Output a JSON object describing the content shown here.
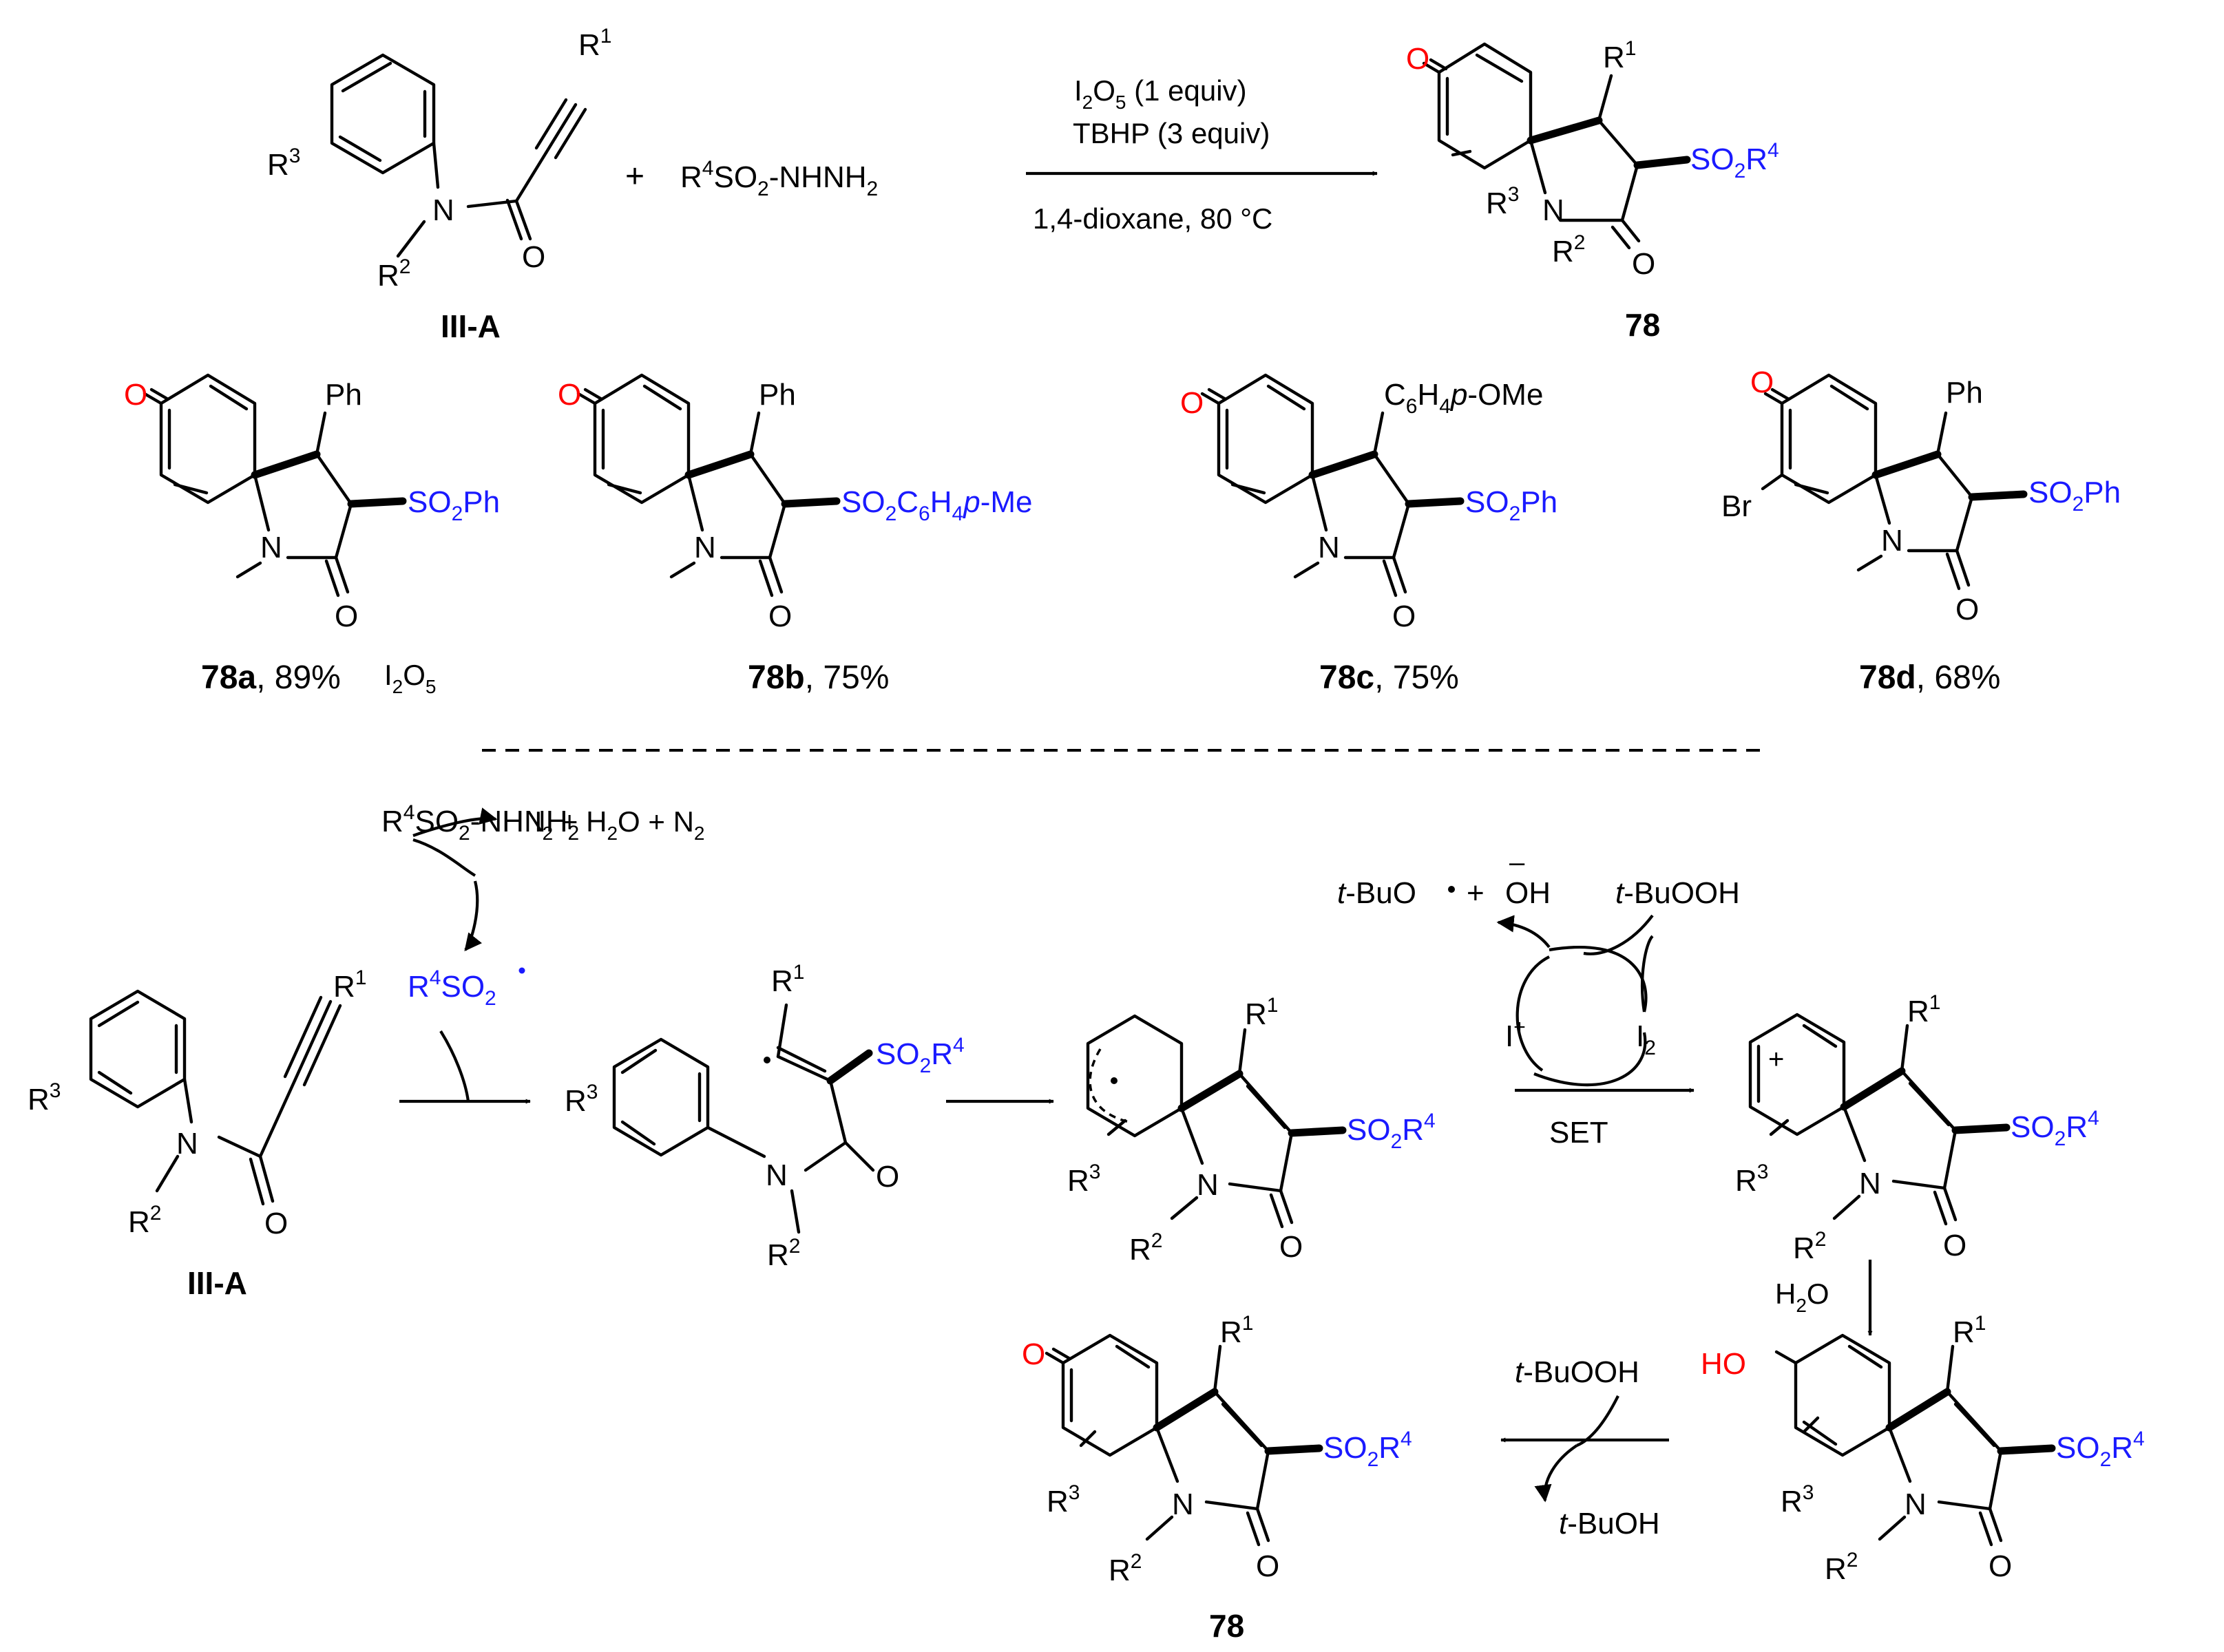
{
  "colors": {
    "oxygen": "#ff0000",
    "sulfonyl": "#1a1aff",
    "ink": "#000000"
  },
  "atoms": {
    "N": "N",
    "O": "O",
    "Br": "Br",
    "HO": "HO",
    "Ph": "Ph"
  },
  "groups": {
    "R1": "R",
    "R1_sup": "1",
    "R2": "R",
    "R2_sup": "2",
    "R3": "R",
    "R3_sup": "3",
    "SO2R4": "SO",
    "SO2R4_sub": "2",
    "SO2R4_R": "R",
    "SO2R4_sup": "4",
    "SO2Ph": "SO",
    "SO2Ph_sub": "2",
    "SO2Ph_tail": "Ph",
    "SO2Tol_a": "SO",
    "SO2Tol_b": "2",
    "SO2Tol_c": "C",
    "SO2Tol_d": "6",
    "SO2Tol_e": "H",
    "SO2Tol_f": "4",
    "SO2Tol_g": "p",
    "SO2Tol_h": "-Me",
    "anisyl_a": "C",
    "anisyl_b": "6",
    "anisyl_c": "H",
    "anisyl_d": "4",
    "anisyl_e": "p",
    "anisyl_f": "-OMe",
    "hydrazide_a": "R",
    "hydrazide_b": "4",
    "hydrazide_c": "SO",
    "hydrazide_d": "2",
    "hydrazide_e": "-NHNH",
    "hydrazide_f": "2",
    "radical_a": "R",
    "radical_b": "4",
    "radical_c": "SO",
    "radical_d": "2"
  },
  "reaction": {
    "plus": "+",
    "reagent1_a": "I",
    "reagent1_b": "2",
    "reagent1_c": "O",
    "reagent1_d": "5",
    "reagent1_e": " (1 equiv)",
    "reagent2": "TBHP (3 equiv)",
    "conditions": "1,4-dioxane, 80 °C"
  },
  "compounds": {
    "start": "III-A",
    "product": "78",
    "examples": [
      {
        "id": "78a",
        "yield": ", 89%"
      },
      {
        "id": "78b",
        "yield": ", 75%"
      },
      {
        "id": "78c",
        "yield": ", 75%"
      },
      {
        "id": "78d",
        "yield": ", 68%"
      }
    ]
  },
  "mechanism": {
    "i2o5_a": "I",
    "i2o5_b": "2",
    "i2o5_c": "O",
    "i2o5_d": "5",
    "byproducts_a": "I",
    "byproducts_b": "2",
    "byproducts_c": " + H",
    "byproducts_d": "2",
    "byproducts_e": "O + N",
    "byproducts_f": "2",
    "tbuo_a": "t",
    "tbuo_b": "-BuO",
    "tbuo_c": "+",
    "tbuo_d": "OH",
    "tbuo_e": "–",
    "tbuooh_a": "t",
    "tbuooh_b": "-BuOOH",
    "iplus_a": "I",
    "iplus_b": "+",
    "i2_a": "I",
    "i2_b": "2",
    "set": "SET",
    "water_a": "H",
    "water_b": "2",
    "water_c": "O",
    "tbuoh_a": "t",
    "tbuoh_b": "-BuOH"
  }
}
